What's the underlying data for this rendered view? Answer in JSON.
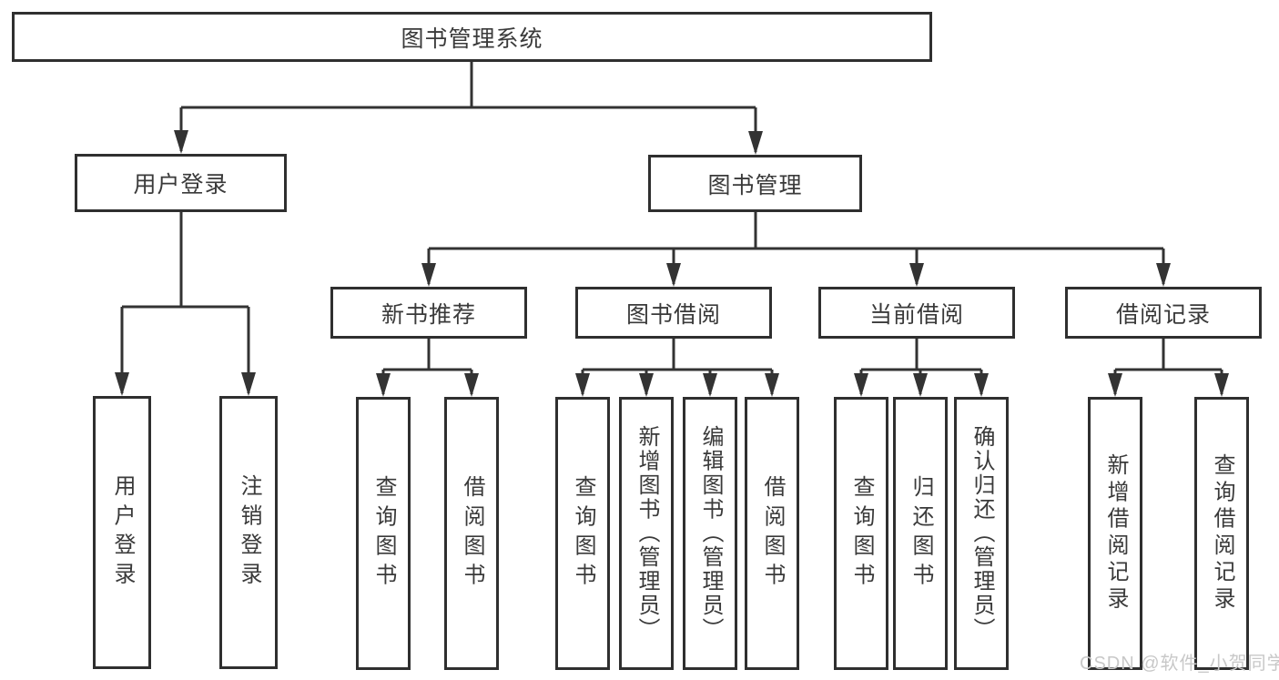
{
  "diagram_title": "图书管理系统",
  "watermark": "CSDN @软件_小贺同学",
  "colors": {
    "line": "#333333",
    "box_border": "#2f2f2f",
    "box_fill": "#ffffff",
    "text": "#3a3a3a",
    "watermark": "#c8c8c8"
  },
  "nodes": {
    "root": {
      "label": "图书管理系统"
    },
    "user_login": {
      "label": "用户登录"
    },
    "book_management": {
      "label": "图书管理"
    },
    "new_book_recommend": {
      "label": "新书推荐"
    },
    "book_borrowing": {
      "label": "图书借阅"
    },
    "current_borrowing": {
      "label": "当前借阅"
    },
    "borrowing_records": {
      "label": "借阅记录"
    },
    "user_login_leaf": {
      "label": "用户登录"
    },
    "logout_leaf": {
      "label": "注销登录"
    },
    "recommend_query_books": {
      "label": "查询图书"
    },
    "recommend_borrow_books": {
      "label": "借阅图书"
    },
    "borrowing_query_books": {
      "label": "查询图书"
    },
    "borrowing_add_books": {
      "label": "新增图书（管理员）"
    },
    "borrowing_edit_books": {
      "label": "编辑图书（管理员）"
    },
    "borrowing_borrow_books": {
      "label": "借阅图书"
    },
    "current_query_books": {
      "label": "查询图书"
    },
    "current_return_books": {
      "label": "归还图书"
    },
    "current_confirm_return": {
      "label": "确认归还（管理员）"
    },
    "records_add_record": {
      "label": "新增借阅记录"
    },
    "records_query_record": {
      "label": "查询借阅记录"
    }
  },
  "hierarchy": {
    "root": "图书管理系统",
    "children": [
      {
        "label": "用户登录",
        "children": [
          "用户登录",
          "注销登录"
        ]
      },
      {
        "label": "图书管理",
        "children": [
          {
            "label": "新书推荐",
            "children": [
              "查询图书",
              "借阅图书"
            ]
          },
          {
            "label": "图书借阅",
            "children": [
              "查询图书",
              "新增图书（管理员）",
              "编辑图书（管理员）",
              "借阅图书"
            ]
          },
          {
            "label": "当前借阅",
            "children": [
              "查询图书",
              "归还图书",
              "确认归还（管理员）"
            ]
          },
          {
            "label": "借阅记录",
            "children": [
              "新增借阅记录",
              "查询借阅记录"
            ]
          }
        ]
      }
    ]
  }
}
